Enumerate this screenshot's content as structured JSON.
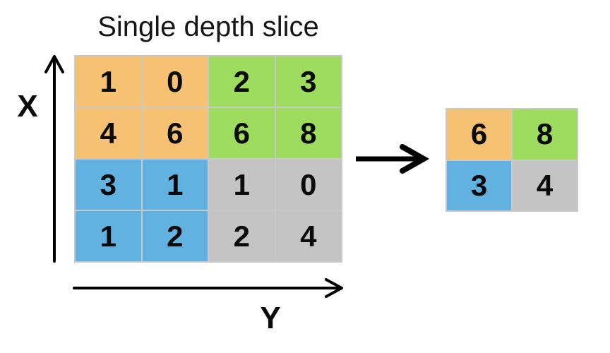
{
  "title": "Single depth slice",
  "axes": {
    "x_label": "X",
    "y_label": "Y"
  },
  "colors": {
    "orange": "#f6c173",
    "green": "#9ddc5e",
    "blue": "#61b2e0",
    "gray": "#c4c4c4",
    "grid_border": "#c9c9c9",
    "arrow": "#000000",
    "text": "#0b0b0b"
  },
  "input_grid": {
    "rows": 4,
    "cols": 4,
    "cells": [
      {
        "value": "1",
        "color": "orange"
      },
      {
        "value": "0",
        "color": "orange"
      },
      {
        "value": "2",
        "color": "green"
      },
      {
        "value": "3",
        "color": "green"
      },
      {
        "value": "4",
        "color": "orange"
      },
      {
        "value": "6",
        "color": "orange"
      },
      {
        "value": "6",
        "color": "green"
      },
      {
        "value": "8",
        "color": "green"
      },
      {
        "value": "3",
        "color": "blue"
      },
      {
        "value": "1",
        "color": "blue"
      },
      {
        "value": "1",
        "color": "gray"
      },
      {
        "value": "0",
        "color": "gray"
      },
      {
        "value": "1",
        "color": "blue"
      },
      {
        "value": "2",
        "color": "blue"
      },
      {
        "value": "2",
        "color": "gray"
      },
      {
        "value": "4",
        "color": "gray"
      }
    ]
  },
  "output_grid": {
    "rows": 2,
    "cols": 2,
    "cells": [
      {
        "value": "6",
        "color": "orange"
      },
      {
        "value": "8",
        "color": "green"
      },
      {
        "value": "3",
        "color": "blue"
      },
      {
        "value": "4",
        "color": "gray"
      }
    ]
  }
}
